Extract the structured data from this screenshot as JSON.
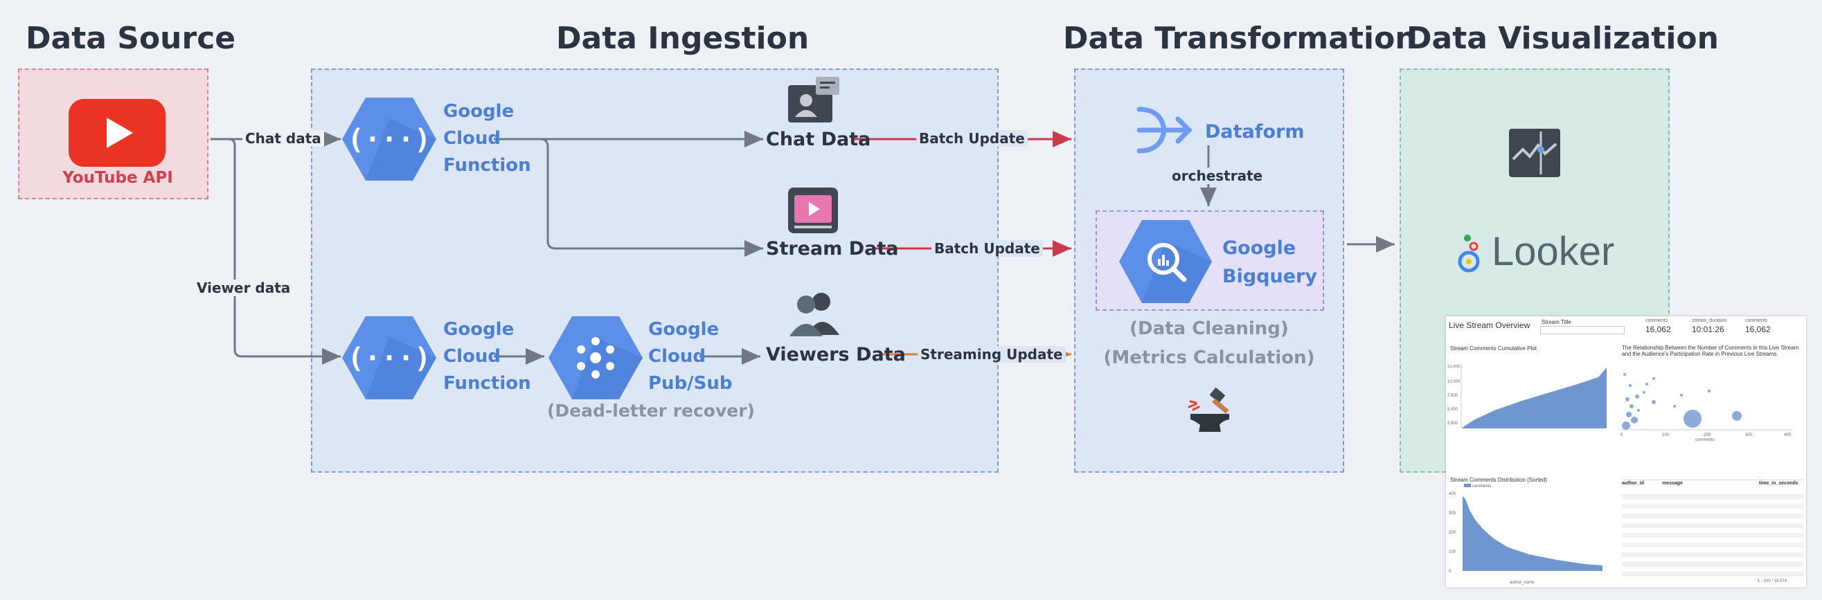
{
  "sections": {
    "source": "Data Source",
    "ingestion": "Data Ingestion",
    "transformation": "Data Transformation",
    "visualization": "Data Visualization"
  },
  "source": {
    "youtube_label": "YouTube API"
  },
  "edges": {
    "chat_data": "Chat data",
    "viewer_data": "Viewer data",
    "batch_update_1": "Batch Update",
    "batch_update_2": "Batch Update",
    "streaming_update": "Streaming Update",
    "orchestrate": "orchestrate"
  },
  "ingestion": {
    "gcf1_line1": "Google",
    "gcf1_line2": "Cloud",
    "gcf1_line3": "Function",
    "gcf2_line1": "Google",
    "gcf2_line2": "Cloud",
    "gcf2_line3": "Function",
    "pubsub_line1": "Google",
    "pubsub_line2": "Cloud",
    "pubsub_line3": "Pub/Sub",
    "dead_letter": "(Dead-letter recover)",
    "chat_data": "Chat Data",
    "stream_data": "Stream Data",
    "viewers_data": "Viewers Data"
  },
  "transformation": {
    "dataform": "Dataform",
    "bq_line1": "Google",
    "bq_line2": "Bigquery",
    "cleaning": "(Data Cleaning)",
    "metrics": "(Metrics Calculation)"
  },
  "visualization": {
    "looker": "Looker",
    "dashboard": {
      "title": "Live Stream Overview",
      "stream_title_label": "Stream Title",
      "comments_label": "comments",
      "comments_value": "16,062",
      "duration_label": "stream_duration",
      "duration_value": "10:01:26",
      "comments2_label": "comments",
      "comments2_value": "16,062",
      "cumulative_title": "Stream Comments Cumulative Plot",
      "relationship_title": "The Relationship Between the Number of Comments in this Live Stream and the Audience's Participation Rate in Previous Live Streams.",
      "distribution_title": "Stream Comments Distribution (Sorted)",
      "dist_xlabel": "author_name",
      "dist_ylabel": "comments",
      "scatter_xlabel": "comments",
      "legend_comments": "comments",
      "table_headers": [
        "author_id",
        "message",
        "time_in_seconds"
      ],
      "pagination": "1 - 100 / 16,074",
      "cumul_yticks": [
        "12,500",
        "10,000",
        "7,500",
        "5,000",
        "2,500"
      ],
      "dist_yticks": [
        "400",
        "300",
        "200",
        "100",
        "0"
      ],
      "scatter_xticks": [
        "0",
        "100",
        "200",
        "300",
        "400"
      ]
    }
  },
  "colors": {
    "gcp_blue": "#5c8fe8",
    "youtube_red": "#ea3323",
    "batch_arrow": "#c73b4a",
    "stream_arrow": "#e07b35",
    "wire": "#707883"
  }
}
